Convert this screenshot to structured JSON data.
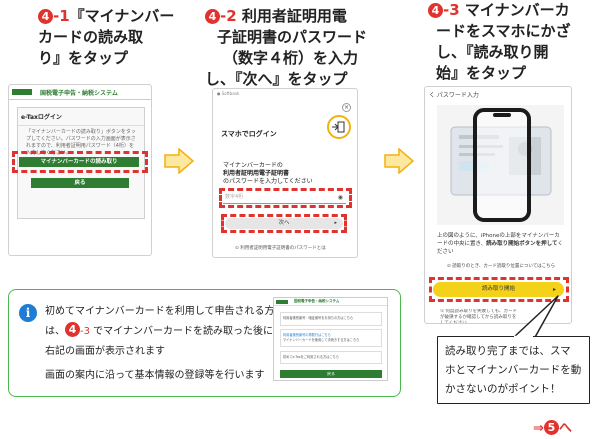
{
  "step1": {
    "num": "4",
    "sub": "-1",
    "lines": [
      "『マイナンバー",
      "カードの読み取",
      "り』をタップ"
    ],
    "screen": {
      "header": "国税電子申告・納税システム",
      "title": "e-Taxログイン",
      "body": "「マイナンバーカードの読み取り」ボタンをタップしてください。パスワードの入力画面が表示されますので、利用者証明用パスワード（4桁）を入力してください。",
      "primary_button": "マイナンバーカードの読み取り",
      "back_button": "戻る"
    }
  },
  "step2": {
    "num": "4",
    "sub": "-2",
    "lines": [
      "利用者証明用電",
      "子証明書のパスワード",
      "（数字４桁）を入力",
      "し、『次へ』をタップ"
    ],
    "screen": {
      "status": "● Softbank",
      "close": "×",
      "login": "スマホでログイン",
      "desc1": "マイナンバーカードの",
      "desc2": "利用者証明用電子証明書",
      "desc3": "のパスワードを入力してください",
      "placeholder": "数字4桁",
      "next": "次へ",
      "next_chev": "▸",
      "forgot": "⊙ 利用者証明用電子証明書のパスワードとは"
    }
  },
  "step3": {
    "num": "4",
    "sub": "-3",
    "lines": [
      "マイナンバーカ",
      "ードをスマホにかざ",
      "し、『読み取り開",
      "始』をタップ"
    ],
    "screen": {
      "back": "く パスワード入力",
      "desc_pre": "上の図のように、iPhoneの上部をマイナンバーカードの中央に置き、",
      "desc_bold": "読み取り開始ボタンを押して",
      "desc_post": "ください",
      "error": "⊙ 読取りのとき、カード読取り位置についてはこちら",
      "start_button": "読み取り開始",
      "chev": "▸",
      "warn": "① 何度読み取りを失敗しても、カードが破損するか確認してから読み取りをしてください"
    }
  },
  "info": {
    "icon": "i",
    "para1": "初めてマイナンバーカードを利用して申告される方は、",
    "para1_step": "-3",
    "para1_num": "4",
    "para1_rest": " でマイナンバーカードを読み取った後に右記の画面が表示されます",
    "para2": "画面の案内に沿って基本情報の登録等を行います",
    "mini": {
      "header": "国税電子申告・納税システム",
      "opt1": "利用者識別番号・暗証番号をお持ちの方はこちら",
      "opt2a": "利用者識別番号の再発行はこちら",
      "opt2b": "マイナンバーカードを使用して手続きする方はこちら",
      "opt3": "初めてe-Taxをご利用される方はこちら",
      "button": "戻る"
    }
  },
  "callout": {
    "line1": "読み取り完了までは、スマ",
    "line2": "ホとマイナンバーカードを動",
    "line3": "かさないのがポイント！"
  },
  "next": {
    "prefix": "⇒",
    "num": "5",
    "suffix": "へ"
  }
}
